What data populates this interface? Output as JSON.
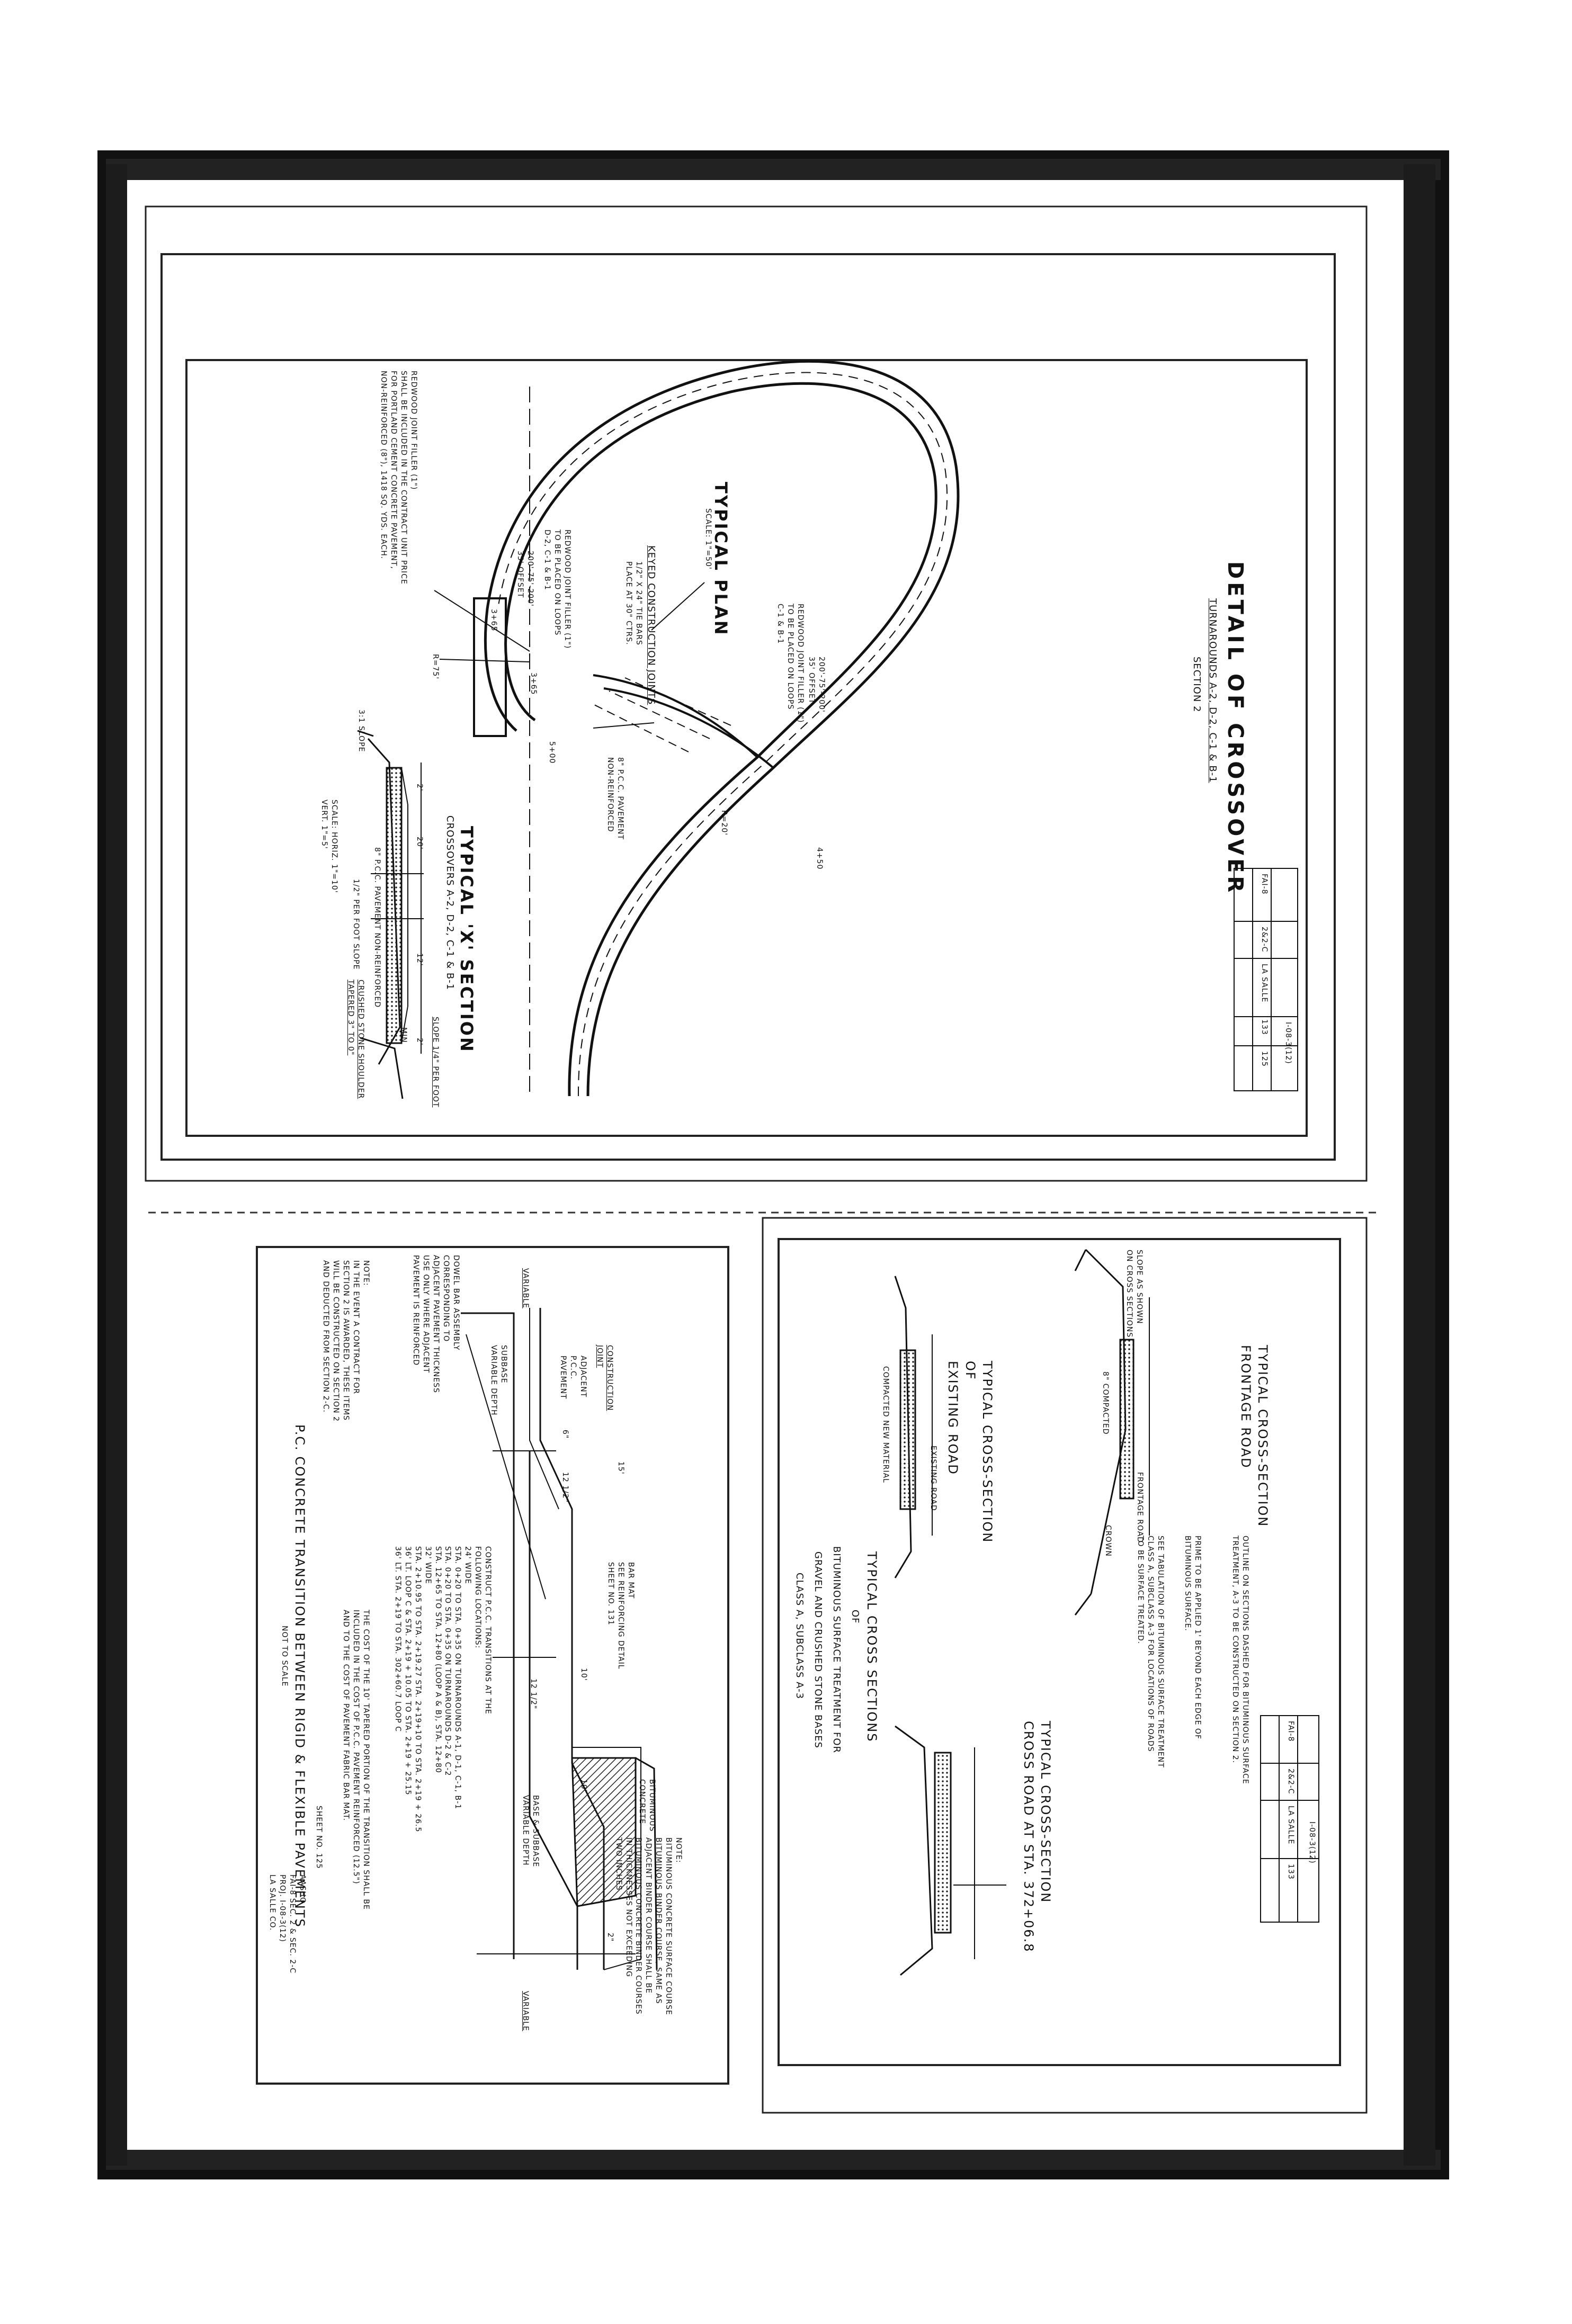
{
  "sheet": {
    "number": "SHEET NO. 125",
    "title_block": {
      "route": "FAI-8",
      "section": "2&2-C",
      "county": "LA SALLE",
      "total_sheets": "133",
      "sheet_no": "125",
      "contract": "I-08-3(12)"
    }
  },
  "crossover": {
    "title": "DETAIL OF CROSSOVER",
    "subtitle": "TURNAROUNDS A-2, D-2, C-1 & B-1",
    "subtitle2": "SECTION 2",
    "plan_title": "TYPICAL PLAN",
    "plan_scale": "SCALE: 1\"=50'",
    "keyed_joints": "KEYED CONSTRUCTION JOINTS",
    "tie_bars": "1/2\" X 24\" TIE BARS\nPLACE AT 30\" CTRS.",
    "filler_note_loops": "REDWOOD JOINT FILLER (1\")\nTO BE PLACED ON LOOPS\nC-1 & B-1",
    "filler_note_d2": "REDWOOD JOINT FILLER (1\")\nTO BE PLACED ON LOOPS\nD-2, C-1 & B-1",
    "offset_a": "200'-75'-200'\n35' OFFSET",
    "offset_b": "200'-75'-200'\n35' OFFSET",
    "pavement_label": "8\" P.C.C. PAVEMENT\nNON-REINFORCED",
    "r20": "R=20'",
    "r75": "R=75'",
    "stations": [
      "4+50",
      "5+00",
      "3+65",
      "3+65"
    ],
    "footnote": "REDWOOD JOINT FILLER (1\")\nSHALL BE INCLUDED IN THE CONTRACT UNIT PRICE\nFOR PORTLAND CEMENT CONCRETE PAVEMENT,\nNON-REINFORCED (8\"), 1418 SQ. YDS. EACH.",
    "xsection_title": "TYPICAL 'X' SECTION",
    "xsection_sub": "CROSSOVERS A-2, D-2, C-1 & B-1",
    "xsection_scale": "SCALE: HORIZ. 1\"=10'\n       VERT.  1\"=5'",
    "slope_top": "SLOPE 1/4\" PER FOOT",
    "slope_bottom": "1/2\" PER FOOT SLOPE",
    "pcc_label": "8\" P.C.C. PAVEMENT NON-REINFORCED",
    "shoulder_label": "CRUSHED STONE SHOULDER\nTAPERED 3\" TO 0\"",
    "side_slope": "3:1 SLOPE",
    "dims": [
      "20'",
      "12'",
      "2'",
      "2'",
      "MIN"
    ]
  },
  "sections": {
    "title": "TYPICAL CROSS SECTIONS",
    "of": "OF",
    "line2": "BITUMINOUS SURFACE TREATMENT FOR",
    "line3": "GRAVEL AND CRUSHED STONE BASES",
    "line4": "CLASS A, SUBCLASS A-3",
    "frontage_title": "TYPICAL CROSS-SECTION\nFRONTAGE ROAD",
    "existing_title": "TYPICAL CROSS-SECTION\nOF\nEXISTING ROAD",
    "crossroad_title": "TYPICAL CROSS-SECTION\nCROSS ROAD AT STA. 372+06.8",
    "slope_shown": "SLOPE AS SHOWN\nON CROSS SECTIONS",
    "note1": "OUTLINE ON SECTIONS DASHED FOR BITUMINOUS SURFACE\nTREATMENT, A-3 TO BE CONSTRUCTED ON SECTION 2.",
    "note2": "PRIME TO BE APPLIED 1' BEYOND EACH EDGE OF\nBITUMINOUS SURFACE.",
    "note3": "SEE TABULATION OF BITUMINOUS SURFACE TREATMENT\nCLASS A, SUBCLASS A-3 FOR LOCATIONS OF ROADS\nTO BE SURFACE TREATED.",
    "labels": [
      "8\" COMPACTED",
      "CROWN",
      "FRONTAGE ROAD",
      "EXISTING ROAD",
      "COMPACTED NEW MATERIAL"
    ]
  },
  "transition": {
    "title": "P.C. CONCRETE TRANSITION BETWEEN RIGID & FLEXIBLE PAVEMENTS",
    "not_to_scale": "NOT TO SCALE",
    "construction_joint": "CONSTRUCTION\nJOINT",
    "adjacent": "ADJACENT\nP.C.C.\nPAVEMENT",
    "subbase": "SUBBASE\nVARIABLE DEPTH",
    "base_subbase": "BASE & SUBBASE\nVARIABLE DEPTH",
    "bituminous": "BITUMINOUS\nCONCRETE",
    "bar_mat": "BAR MAT\nSEE REINFORCING DETAIL\nSHEET NO. 131",
    "variable": "VARIABLE",
    "dowel_note": "DOWEL BAR ASSEMBLY\nCORRESPONDING TO\nADJACENT PAVEMENT THICKNESS\nUSE ONLY WHERE ADJACENT\nPAVEMENT IS REINFORCED",
    "event_note": "NOTE:\nIN THE EVENT A CONTRACT FOR\nSECTION 2 IS AWARDED, THESE ITEMS\nWILL BE CONSTRUCTED ON SECTION 2\nAND DEDUCTED FROM SECTION 2-C.",
    "locations": "CONSTRUCT P.C.C. TRANSITIONS AT THE\nFOLLOWING LOCATIONS:\n24' WIDE\nSTA. 0+20 TO STA. 0+35 ON TURNAROUNDS A-1, D-1, C-1, B-1\nSTA. 0+20 TO STA. 0+35 ON TURNAROUNDS D-2 & C-2\nSTA. 12+65 TO STA. 12+80 (LOOP A & B), STA. 12+80\n32' WIDE\nSTA. 2+10.95 TO STA. 2+19.27 STA. 2+19+10 TO STA. 2+19 + 26.5\n36' LT. LOOP C & STA. 2+19 + 10.05 TO STA. 2+19 + 25.15\n36' LT. STA. 2+19 TO STA. 302+60.7 LOOP C",
    "cost_note": "THE COST OF THE 10' TAPERED PORTION OF THE TRANSITION SHALL BE\nINCLUDED IN THE COST OF P.C.C. PAVEMENT REINFORCED (12.5\")\nAND TO THE COST OF PAVEMENT FABRIC BAR MAT.",
    "surface_note": "NOTE:\nBITUMINOUS CONCRETE SURFACE COURSE\nBITUMINOUS BINDER COURSE, SAME AS\nADJACENT BINDER COURSE SHALL BE\nBITUMINOUS CONCRETE BINDER COURSES\nIN THICKNESSES NOT EXCEEDING\nTWO INCHES",
    "dims": [
      "15'",
      "12 1/2\"",
      "10'",
      "10'",
      "6\"",
      "12 1/2\"",
      "2\""
    ],
    "project": "AASHO\nFAI-8 SEC. 2 & SEC. 2-C\nPROJ. I-08-3(12)\nLA SALLE CO."
  }
}
